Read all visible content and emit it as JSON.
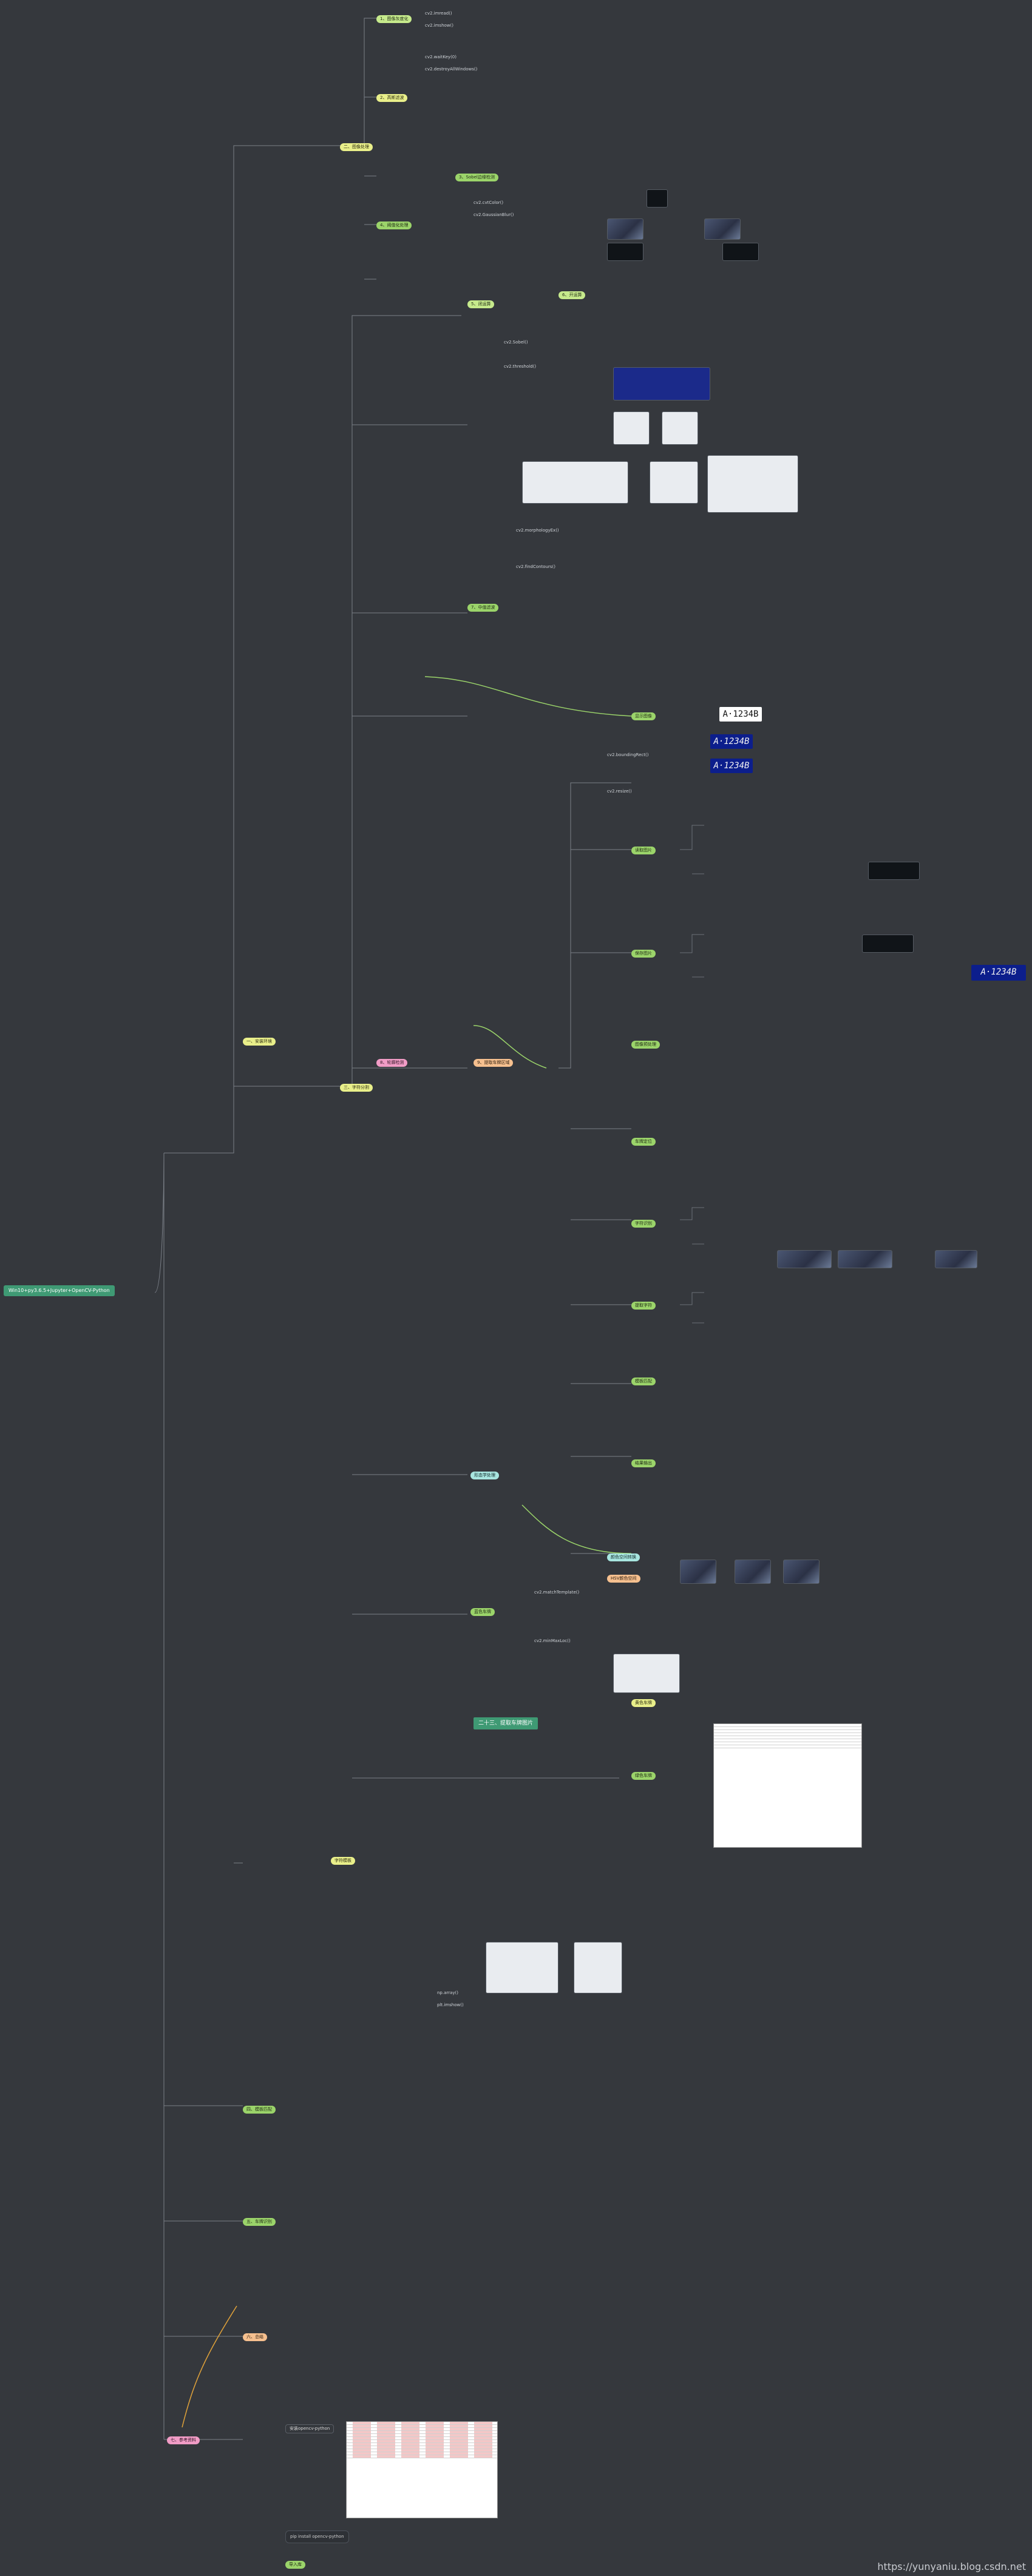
{
  "mindmap": {
    "root": "Win10+py3.6.5+Jupyter+OpenCV-Python",
    "banner": "二十三、提取车牌图片",
    "branches": {
      "b1": "一、安装环境",
      "b2": "二、图像处理",
      "b3": "三、字符分割",
      "b4": "四、模板匹配",
      "b5": "五、车牌识别",
      "b6": "六、总结",
      "b7": "七、参考资料"
    },
    "level2": {
      "l2a": "1、图像灰度化",
      "l2b": "2、高斯滤波",
      "l2c": "3、Sobel边缘检测",
      "l2d": "4、阈值化处理",
      "l2e": "5、闭运算",
      "l2f": "6、开运算",
      "l2g": "7、中值滤波",
      "l2h": "8、轮廓检测",
      "l2i": "9、提取车牌区域"
    },
    "accent_nodes": {
      "a1": "显示图像",
      "a2": "读取图片",
      "a3": "保存图片",
      "a4": "图像预处理",
      "a5": "车牌定位",
      "a6": "字符识别",
      "a7": "提取字符",
      "a8": "模板匹配",
      "a9": "结果输出",
      "a10": "形态学处理",
      "a11": "颜色空间转换",
      "a12": "HSV颜色空间",
      "a13": "蓝色车牌",
      "a14": "绿色车牌",
      "a15": "黄色车牌",
      "a16": "字符模板"
    },
    "plates": [
      "A·1234B",
      "A·1234B",
      "A·1234B",
      "A·1234B"
    ],
    "leaves": [
      "cv2.imread()",
      "cv2.imshow()",
      "cv2.waitKey(0)",
      "cv2.destroyAllWindows()",
      "cv2.cvtColor()",
      "cv2.GaussianBlur()",
      "cv2.Sobel()",
      "cv2.threshold()",
      "cv2.morphologyEx()",
      "cv2.findContours()",
      "cv2.boundingRect()",
      "cv2.resize()",
      "cv2.matchTemplate()",
      "cv2.minMaxLoc()",
      "np.array()",
      "plt.imshow()"
    ],
    "bottom_notes": {
      "n1": "安装opencv-python",
      "n2": "pip install opencv-python",
      "n3": "导入库"
    }
  },
  "watermark": "https://yunyaniu.blog.csdn.net",
  "colors": {
    "background": "#35383d",
    "root": "#3f9a74",
    "green": "#9bd46a",
    "yellow": "#e9ef8a",
    "pink": "#f19cc6",
    "peach": "#f6c08f",
    "cyan": "#a8e6e0",
    "wire": "#7a7f87"
  }
}
